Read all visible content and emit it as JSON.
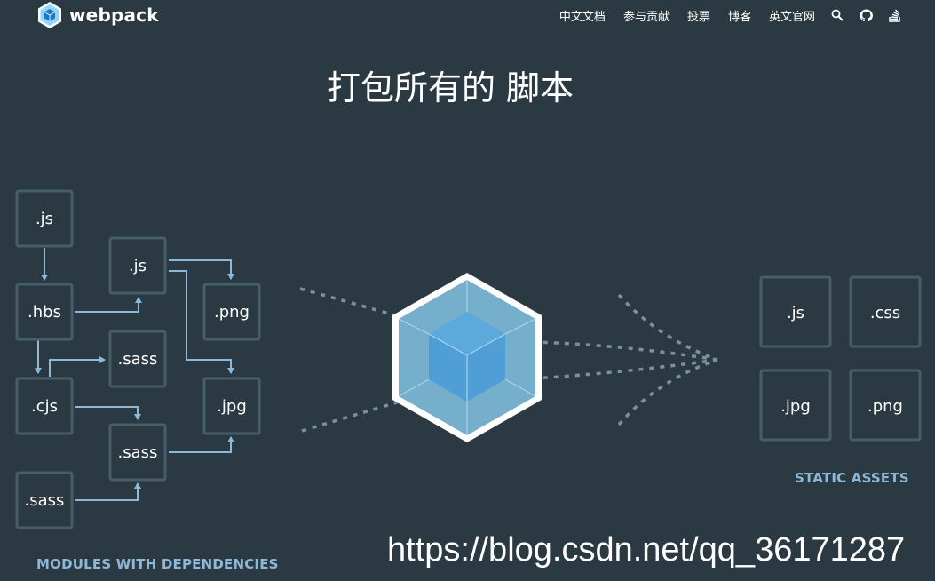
{
  "header": {
    "brand": "webpack",
    "nav": [
      "中文文档",
      "参与贡献",
      "投票",
      "博客",
      "英文官网"
    ],
    "icons": [
      "search-icon",
      "github-icon",
      "stackoverflow-icon"
    ]
  },
  "hero": {
    "title": "打包所有的 脚本"
  },
  "modules": {
    "caption": "MODULES WITH DEPENDENCIES",
    "boxes": [
      ".js",
      ".hbs",
      ".cjs",
      ".sass",
      ".js",
      ".sass",
      ".sass",
      ".png",
      ".jpg"
    ]
  },
  "assets": {
    "caption": "STATIC ASSETS",
    "boxes": [
      ".js",
      ".css",
      ".jpg",
      ".png"
    ]
  },
  "watermark": "https://blog.csdn.net/qq_36171287",
  "colors": {
    "background": "#2b3a42",
    "box_border": "#465e69",
    "arrow": "#8eb8d8",
    "cube_outer": "#8ed6fb",
    "cube_inner": "#1c78c0",
    "caption": "#8eb8d8"
  }
}
